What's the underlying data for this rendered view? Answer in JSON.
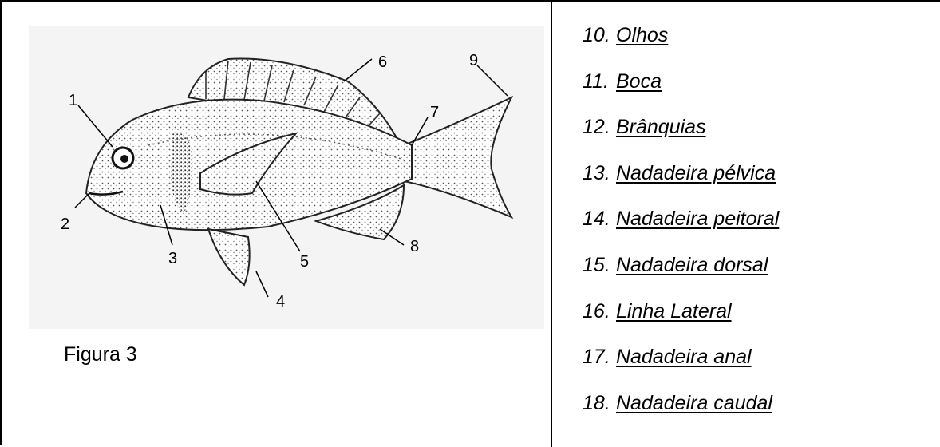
{
  "figure": {
    "caption": "Figura 3",
    "callouts": [
      "1",
      "2",
      "3",
      "4",
      "5",
      "6",
      "7",
      "8",
      "9"
    ]
  },
  "legend": {
    "items": [
      {
        "number": "10.",
        "label": "Olhos"
      },
      {
        "number": "11.",
        "label": "Boca"
      },
      {
        "number": "12.",
        "label": "Brânquias"
      },
      {
        "number": "13.",
        "label": "Nadadeira pélvica"
      },
      {
        "number": "14.",
        "label": "Nadadeira peitoral"
      },
      {
        "number": "15.",
        "label": "Nadadeira dorsal"
      },
      {
        "number": "16.",
        "label": "Linha Lateral"
      },
      {
        "number": "17.",
        "label": "Nadadeira anal"
      },
      {
        "number": "18.",
        "label": "Nadadeira caudal"
      }
    ]
  }
}
